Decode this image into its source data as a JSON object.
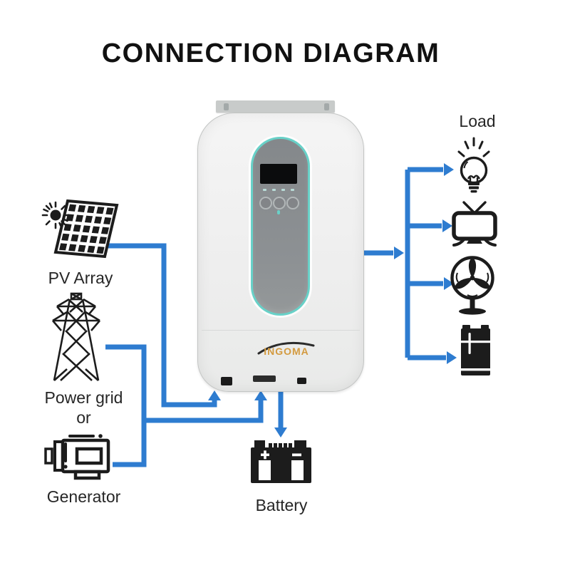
{
  "title": "CONNECTION DIAGRAM",
  "device": {
    "brand": "INGOMA"
  },
  "labels": {
    "pv_array": "PV Array",
    "power_grid": "Power grid",
    "or": "or",
    "generator": "Generator",
    "battery": "Battery",
    "load": "Load"
  },
  "connections": [
    {
      "from": "PV Array",
      "to": "Inverter"
    },
    {
      "from": "Power grid",
      "to": "Inverter"
    },
    {
      "from": "Generator",
      "to": "Inverter"
    },
    {
      "from": "Inverter",
      "to": "Battery"
    },
    {
      "from": "Inverter",
      "to": "Load"
    }
  ],
  "source_icons": [
    "sun-icon",
    "solar-panel-icon",
    "transmission-tower-icon",
    "generator-icon"
  ],
  "load_icons": [
    "light-bulb-icon",
    "tv-icon",
    "fan-icon",
    "refrigerator-icon"
  ],
  "storage_icon": "battery-icon",
  "colors": {
    "line_blue": "#2e7cd0",
    "teal_accent": "#66d1c8",
    "brand_gold": "#d39a3f",
    "icon_black": "#1c1c1c"
  }
}
